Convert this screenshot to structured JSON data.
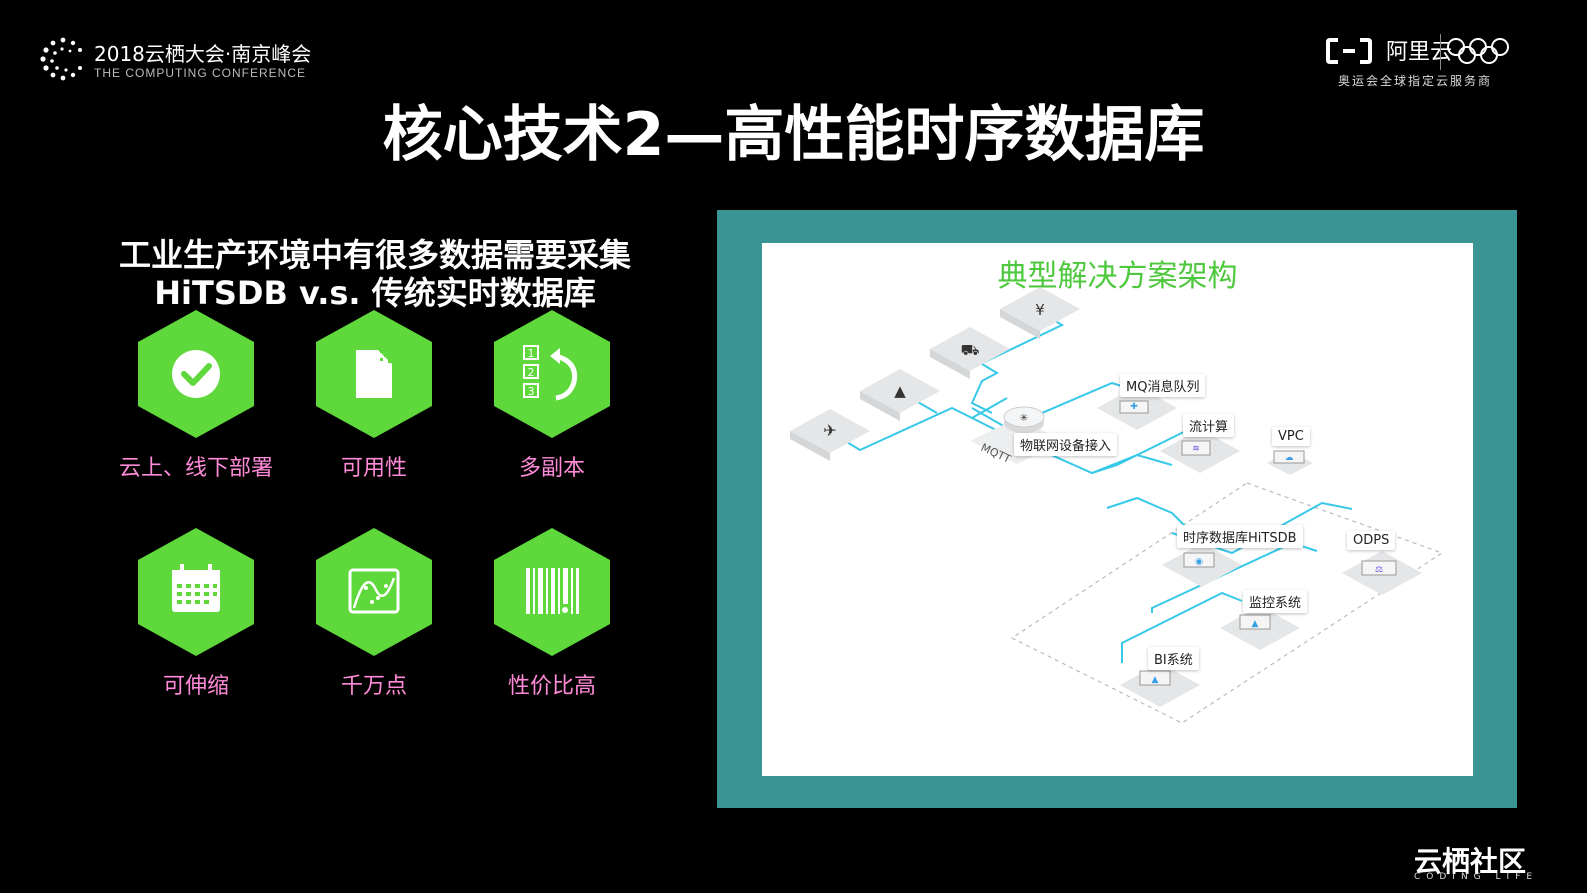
{
  "header": {
    "conference_title": "2018云栖大会·南京峰会",
    "conference_subtitle": "THE COMPUTING CONFERENCE",
    "brand_name": "阿里云",
    "brand_tagline": "奥运会全球指定云服务商"
  },
  "title": "核心技术2—高性能时序数据库",
  "left": {
    "subheading_1": "工业生产环境中有很多数据需要采集",
    "subheading_2": "HiTSDB v.s. 传统实时数据库",
    "features": [
      {
        "label": "云上、线下部署",
        "icon": "check-icon"
      },
      {
        "label": "可用性",
        "icon": "document-icon"
      },
      {
        "label": "多副本",
        "icon": "numbered-list-icon"
      },
      {
        "label": "可伸缩",
        "icon": "calendar-icon"
      },
      {
        "label": "千万点",
        "icon": "chart-icon"
      },
      {
        "label": "性价比高",
        "icon": "barcode-icon"
      }
    ],
    "colors": {
      "hex": "#5fd83b",
      "label": "#ff8ad8"
    }
  },
  "diagram": {
    "title": "典型解决方案架构",
    "nodes": {
      "mq": "MQ消息队列",
      "stream": "流计算",
      "vpc": "VPC",
      "iot": "物联网设备接入",
      "mqtt": "MQTT",
      "hitsdb": "时序数据库HiTSDB",
      "odps": "ODPS",
      "monitor": "监控系统",
      "bi": "BI系统"
    },
    "colors": {
      "panel": "#3a9494",
      "title": "#4ec93e",
      "line": "#38c8e8"
    }
  },
  "footer": {
    "logo": "云栖社区",
    "tagline": "CODING LIFE"
  }
}
